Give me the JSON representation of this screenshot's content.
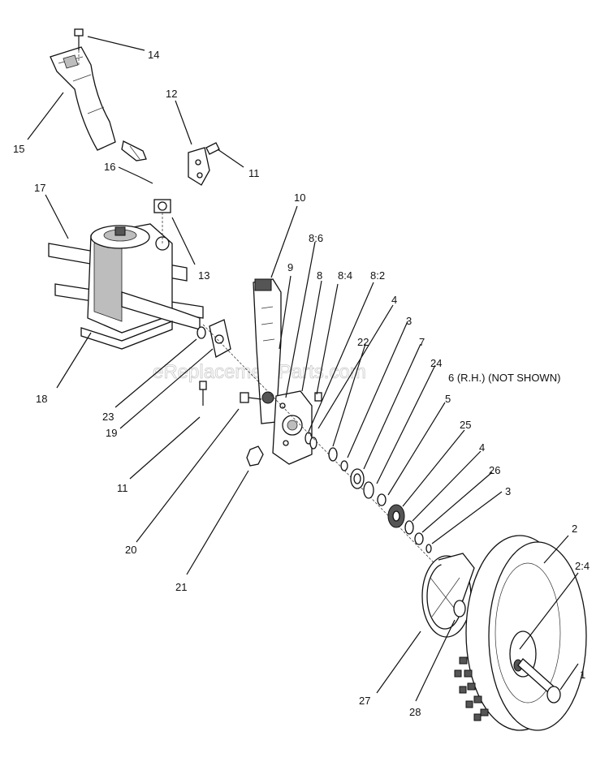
{
  "watermark": "eReplacementParts.com",
  "callouts": [
    {
      "id": "c14",
      "text": "14"
    },
    {
      "id": "c15",
      "text": "15"
    },
    {
      "id": "c12",
      "text": "12"
    },
    {
      "id": "c16",
      "text": "16"
    },
    {
      "id": "c11a",
      "text": "11"
    },
    {
      "id": "c17",
      "text": "17"
    },
    {
      "id": "c13",
      "text": "13"
    },
    {
      "id": "c10",
      "text": "10"
    },
    {
      "id": "c86",
      "text": "8:6"
    },
    {
      "id": "c9",
      "text": "9"
    },
    {
      "id": "c8",
      "text": "8"
    },
    {
      "id": "c84",
      "text": "8:4"
    },
    {
      "id": "c82",
      "text": "8:2"
    },
    {
      "id": "c4a",
      "text": "4"
    },
    {
      "id": "c3a",
      "text": "3"
    },
    {
      "id": "c22",
      "text": "22"
    },
    {
      "id": "c7",
      "text": "7"
    },
    {
      "id": "c24",
      "text": "24"
    },
    {
      "id": "c6",
      "text": "6 (R.H.) (NOT SHOWN)"
    },
    {
      "id": "c18",
      "text": "18"
    },
    {
      "id": "c23",
      "text": "23"
    },
    {
      "id": "c5",
      "text": "5"
    },
    {
      "id": "c19",
      "text": "19"
    },
    {
      "id": "c25",
      "text": "25"
    },
    {
      "id": "c11b",
      "text": "11"
    },
    {
      "id": "c4b",
      "text": "4"
    },
    {
      "id": "c26",
      "text": "26"
    },
    {
      "id": "c3b",
      "text": "3"
    },
    {
      "id": "c20",
      "text": "20"
    },
    {
      "id": "c21",
      "text": "21"
    },
    {
      "id": "c2",
      "text": "2"
    },
    {
      "id": "c24b",
      "text": "2:4"
    },
    {
      "id": "c1",
      "text": "1"
    },
    {
      "id": "c27",
      "text": "27"
    },
    {
      "id": "c28",
      "text": "28"
    }
  ]
}
